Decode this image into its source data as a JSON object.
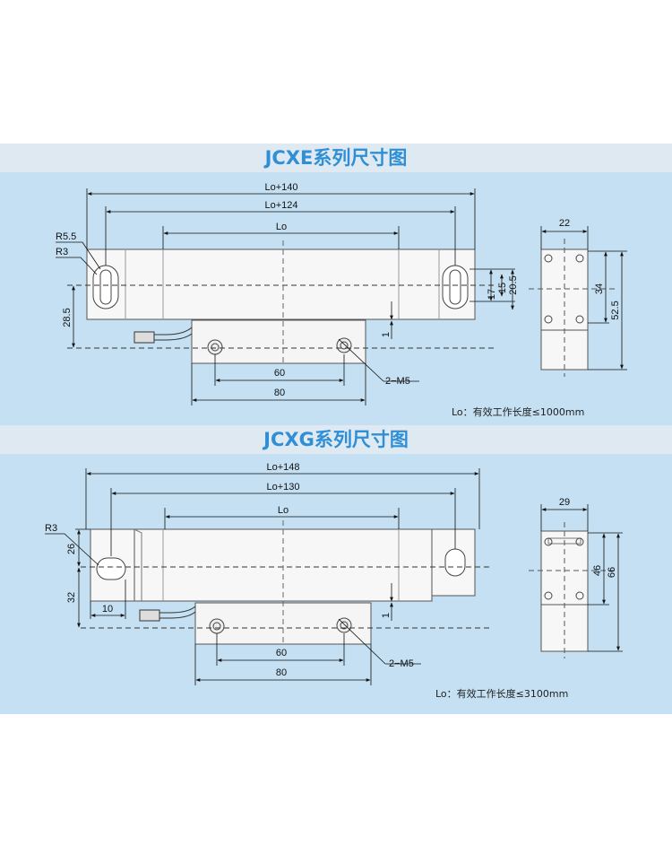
{
  "jcxe": {
    "title": "JCXE系列尺寸图",
    "dims": {
      "lo140": "Lo+140",
      "lo124": "Lo+124",
      "lo": "Lo",
      "r55": "R5.5",
      "r3": "R3",
      "d285": "28.5",
      "d17": "17",
      "d15": "15",
      "d205": "20.5",
      "d1": "1",
      "d60": "60",
      "d80": "80",
      "m5": "2−M5",
      "d22": "22",
      "d34": "34",
      "d525": "52.5"
    },
    "note": "Lo：有效工作长度≤1000mm"
  },
  "jcxg": {
    "title": "JCXG系列尺寸图",
    "dims": {
      "lo148": "Lo+148",
      "lo130": "Lo+130",
      "lo": "Lo",
      "r3": "R3",
      "d26": "26",
      "d32": "32",
      "d10": "10",
      "d1": "1",
      "d60": "60",
      "d80": "80",
      "m5": "2−M5",
      "d29": "29",
      "d46": "46",
      "d66": "66"
    },
    "note": "Lo：有效工作长度≤3100mm"
  }
}
